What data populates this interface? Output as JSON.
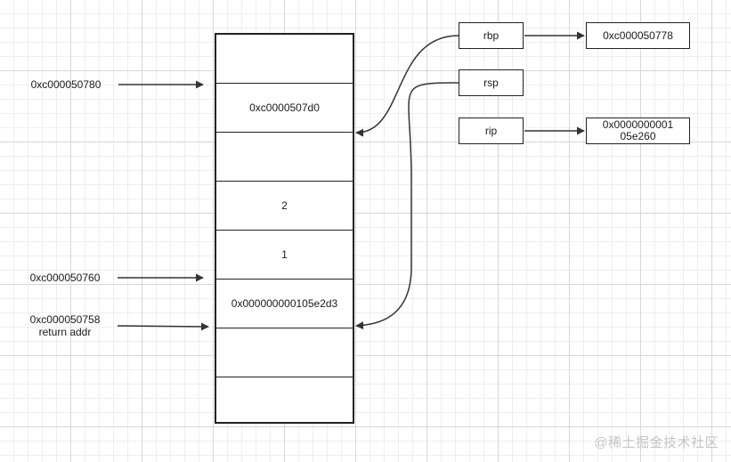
{
  "stack": {
    "cells": [
      "",
      "0xc0000507d0",
      "",
      "2",
      "1",
      "0x000000000105e2d3",
      "",
      ""
    ]
  },
  "addresses": {
    "a780": "0xc000050780",
    "a760": "0xc000050760",
    "a758": "0xc000050758",
    "a758_note": "return addr"
  },
  "registers": {
    "rbp": {
      "label": "rbp",
      "value": "0xc000050778"
    },
    "rsp": {
      "label": "rsp"
    },
    "rip": {
      "label": "rip",
      "value_line1": "0x0000000001",
      "value_line2": "05e260"
    }
  },
  "watermark": "@稀土掘金技术社区"
}
